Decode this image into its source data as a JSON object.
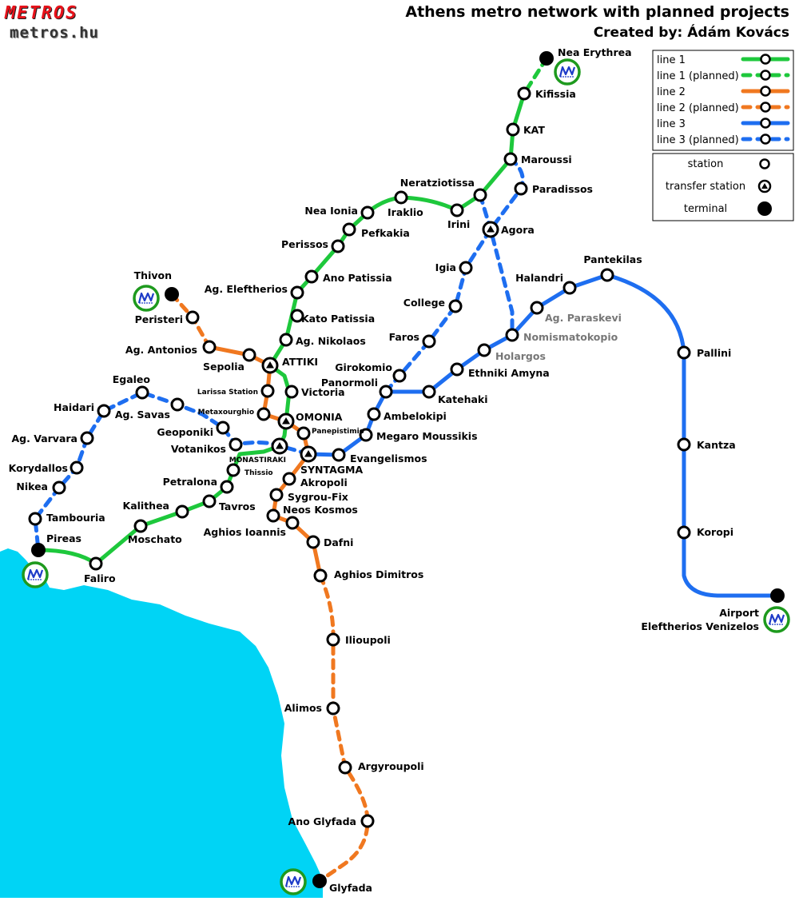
{
  "header": {
    "title": "Athens metro network with planned projects",
    "credit": "Created by: Ádám Kovács",
    "logo_top": "METROS",
    "logo_bottom": "metros.hu"
  },
  "colors": {
    "line1": "#1ec83c",
    "line2": "#f07820",
    "line3": "#1e6ef0",
    "sea": "#00d4f5",
    "logo_ring": "#1e9a1e",
    "logo_m": "#1e3cc8"
  },
  "legend": {
    "lines": [
      {
        "label": "line 1",
        "line": "line1",
        "planned": false
      },
      {
        "label": "line 1 (planned)",
        "line": "line1",
        "planned": true
      },
      {
        "label": "line 2",
        "line": "line2",
        "planned": false
      },
      {
        "label": "line 2 (planned)",
        "line": "line2",
        "planned": true
      },
      {
        "label": "line 3",
        "line": "line3",
        "planned": false
      },
      {
        "label": "line 3 (planned)",
        "line": "line3",
        "planned": true
      }
    ],
    "symbols": [
      {
        "label": "station",
        "kind": "station"
      },
      {
        "label": "transfer station",
        "kind": "transfer"
      },
      {
        "label": "terminal",
        "kind": "terminal"
      }
    ]
  },
  "terminal_logos": [
    {
      "name": "logo-nea-erythrea",
      "icon": "metro-logo-icon"
    },
    {
      "name": "logo-thivon",
      "icon": "metro-logo-icon"
    },
    {
      "name": "logo-pireas",
      "icon": "metro-logo-icon"
    },
    {
      "name": "logo-airport",
      "icon": "metro-logo-icon"
    },
    {
      "name": "logo-glyfada",
      "icon": "metro-logo-icon"
    }
  ],
  "stations": [
    {
      "name": "Nea Erythrea",
      "kind": "terminal"
    },
    {
      "name": "Kifissia",
      "kind": "station"
    },
    {
      "name": "KAT",
      "kind": "station"
    },
    {
      "name": "Maroussi",
      "kind": "station"
    },
    {
      "name": "Neratziotissa",
      "kind": "station"
    },
    {
      "name": "Irini",
      "kind": "station"
    },
    {
      "name": "Iraklio",
      "kind": "station"
    },
    {
      "name": "Nea Ionia",
      "kind": "station"
    },
    {
      "name": "Pefkakia",
      "kind": "station"
    },
    {
      "name": "Perissos",
      "kind": "station"
    },
    {
      "name": "Ano Patissia",
      "kind": "station"
    },
    {
      "name": "Ag. Eleftherios",
      "kind": "station"
    },
    {
      "name": "Kato Patissia",
      "kind": "station"
    },
    {
      "name": "Ag. Nikolaos",
      "kind": "station"
    },
    {
      "name": "ATTIKI",
      "kind": "transfer"
    },
    {
      "name": "Victoria",
      "kind": "station"
    },
    {
      "name": "OMONIA",
      "kind": "transfer"
    },
    {
      "name": "MONASTIRAKI",
      "kind": "transfer"
    },
    {
      "name": "Thissio",
      "kind": "station"
    },
    {
      "name": "Petralona",
      "kind": "station"
    },
    {
      "name": "Tavros",
      "kind": "station"
    },
    {
      "name": "Kalithea",
      "kind": "station"
    },
    {
      "name": "Moschato",
      "kind": "station"
    },
    {
      "name": "Faliro",
      "kind": "station"
    },
    {
      "name": "Pireas",
      "kind": "terminal"
    },
    {
      "name": "Thivon",
      "kind": "terminal"
    },
    {
      "name": "Peristeri",
      "kind": "station"
    },
    {
      "name": "Ag. Antonios",
      "kind": "station"
    },
    {
      "name": "Sepolia",
      "kind": "station"
    },
    {
      "name": "Larissa Station",
      "kind": "station"
    },
    {
      "name": "Metaxourghio",
      "kind": "station"
    },
    {
      "name": "Panepistimio",
      "kind": "station"
    },
    {
      "name": "SYNTAGMA",
      "kind": "transfer"
    },
    {
      "name": "Akropoli",
      "kind": "station"
    },
    {
      "name": "Sygrou-Fix",
      "kind": "station"
    },
    {
      "name": "Neos Kosmos",
      "kind": "station"
    },
    {
      "name": "Aghios Ioannis",
      "kind": "station"
    },
    {
      "name": "Dafni",
      "kind": "station"
    },
    {
      "name": "Aghios Dimitros",
      "kind": "station"
    },
    {
      "name": "Ilioupoli",
      "kind": "station"
    },
    {
      "name": "Alimos",
      "kind": "station"
    },
    {
      "name": "Argyroupoli",
      "kind": "station"
    },
    {
      "name": "Ano Glyfada",
      "kind": "station"
    },
    {
      "name": "Glyfada",
      "kind": "terminal"
    },
    {
      "name": "Egaleo",
      "kind": "station"
    },
    {
      "name": "Ag. Savas",
      "kind": "station"
    },
    {
      "name": "Haidari",
      "kind": "station"
    },
    {
      "name": "Ag. Varvara",
      "kind": "station"
    },
    {
      "name": "Korydallos",
      "kind": "station"
    },
    {
      "name": "Nikea",
      "kind": "station"
    },
    {
      "name": "Tambouria",
      "kind": "station"
    },
    {
      "name": "Geoponiki",
      "kind": "station"
    },
    {
      "name": "Votanikos",
      "kind": "station"
    },
    {
      "name": "Evangelismos",
      "kind": "station"
    },
    {
      "name": "Megaro Moussikis",
      "kind": "station"
    },
    {
      "name": "Ambelokipi",
      "kind": "station"
    },
    {
      "name": "Panormoli",
      "kind": "station"
    },
    {
      "name": "Katehaki",
      "kind": "station"
    },
    {
      "name": "Ethniki Amyna",
      "kind": "station"
    },
    {
      "name": "Holargos",
      "kind": "station"
    },
    {
      "name": "Nomismatokopio",
      "kind": "station"
    },
    {
      "name": "Ag. Paraskevi",
      "kind": "station"
    },
    {
      "name": "Halandri",
      "kind": "station"
    },
    {
      "name": "Pantekilas",
      "kind": "station"
    },
    {
      "name": "Pallini",
      "kind": "station"
    },
    {
      "name": "Kantza",
      "kind": "station"
    },
    {
      "name": "Koropi",
      "kind": "station"
    },
    {
      "name": "Airport",
      "kind": "terminal"
    },
    {
      "name": "Eleftherios Venizelos",
      "kind": "label"
    },
    {
      "name": "Girokomio",
      "kind": "station"
    },
    {
      "name": "Faros",
      "kind": "station"
    },
    {
      "name": "College",
      "kind": "station"
    },
    {
      "name": "Igia",
      "kind": "station"
    },
    {
      "name": "Agora",
      "kind": "transfer"
    },
    {
      "name": "Paradissos",
      "kind": "station"
    }
  ]
}
